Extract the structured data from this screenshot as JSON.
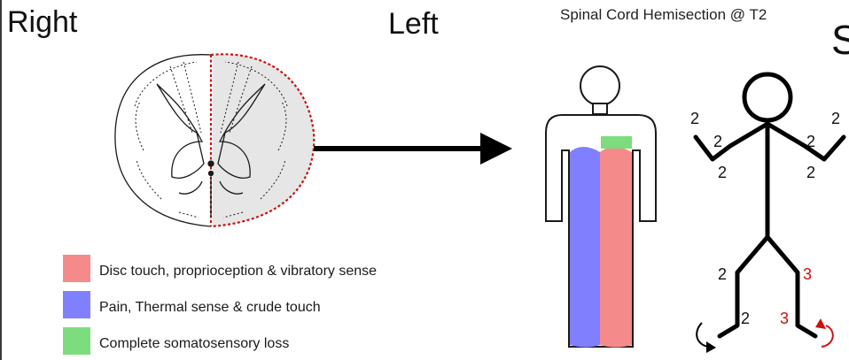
{
  "labels": {
    "right": "Right",
    "left": "Left",
    "title": "Spinal Cord Hemisection @ T2",
    "cut_letter": "S"
  },
  "legend": [
    {
      "label": "Disc touch, proprioception & vibratory sense",
      "color": "#f58a8a"
    },
    {
      "label": "Pain, Thermal sense & crude touch",
      "color": "#8080ff"
    },
    {
      "label": "Complete somatosensory loss",
      "color": "#7ddc7d"
    }
  ],
  "figure_colors": {
    "lesion_outline": "#cc1111",
    "lesion_fill": "#e6e6e6",
    "outline": "#1a1a1a",
    "red_number": "#cc1111"
  },
  "stick_figure_numbers": {
    "left_hand_outer": "2",
    "left_elbow": "2",
    "left_forearm": "2",
    "right_elbow": "2",
    "right_forearm": "2",
    "right_hand_outer": "2",
    "left_thigh": "2",
    "left_foot": "2",
    "right_thigh": "3",
    "right_foot": "3"
  }
}
